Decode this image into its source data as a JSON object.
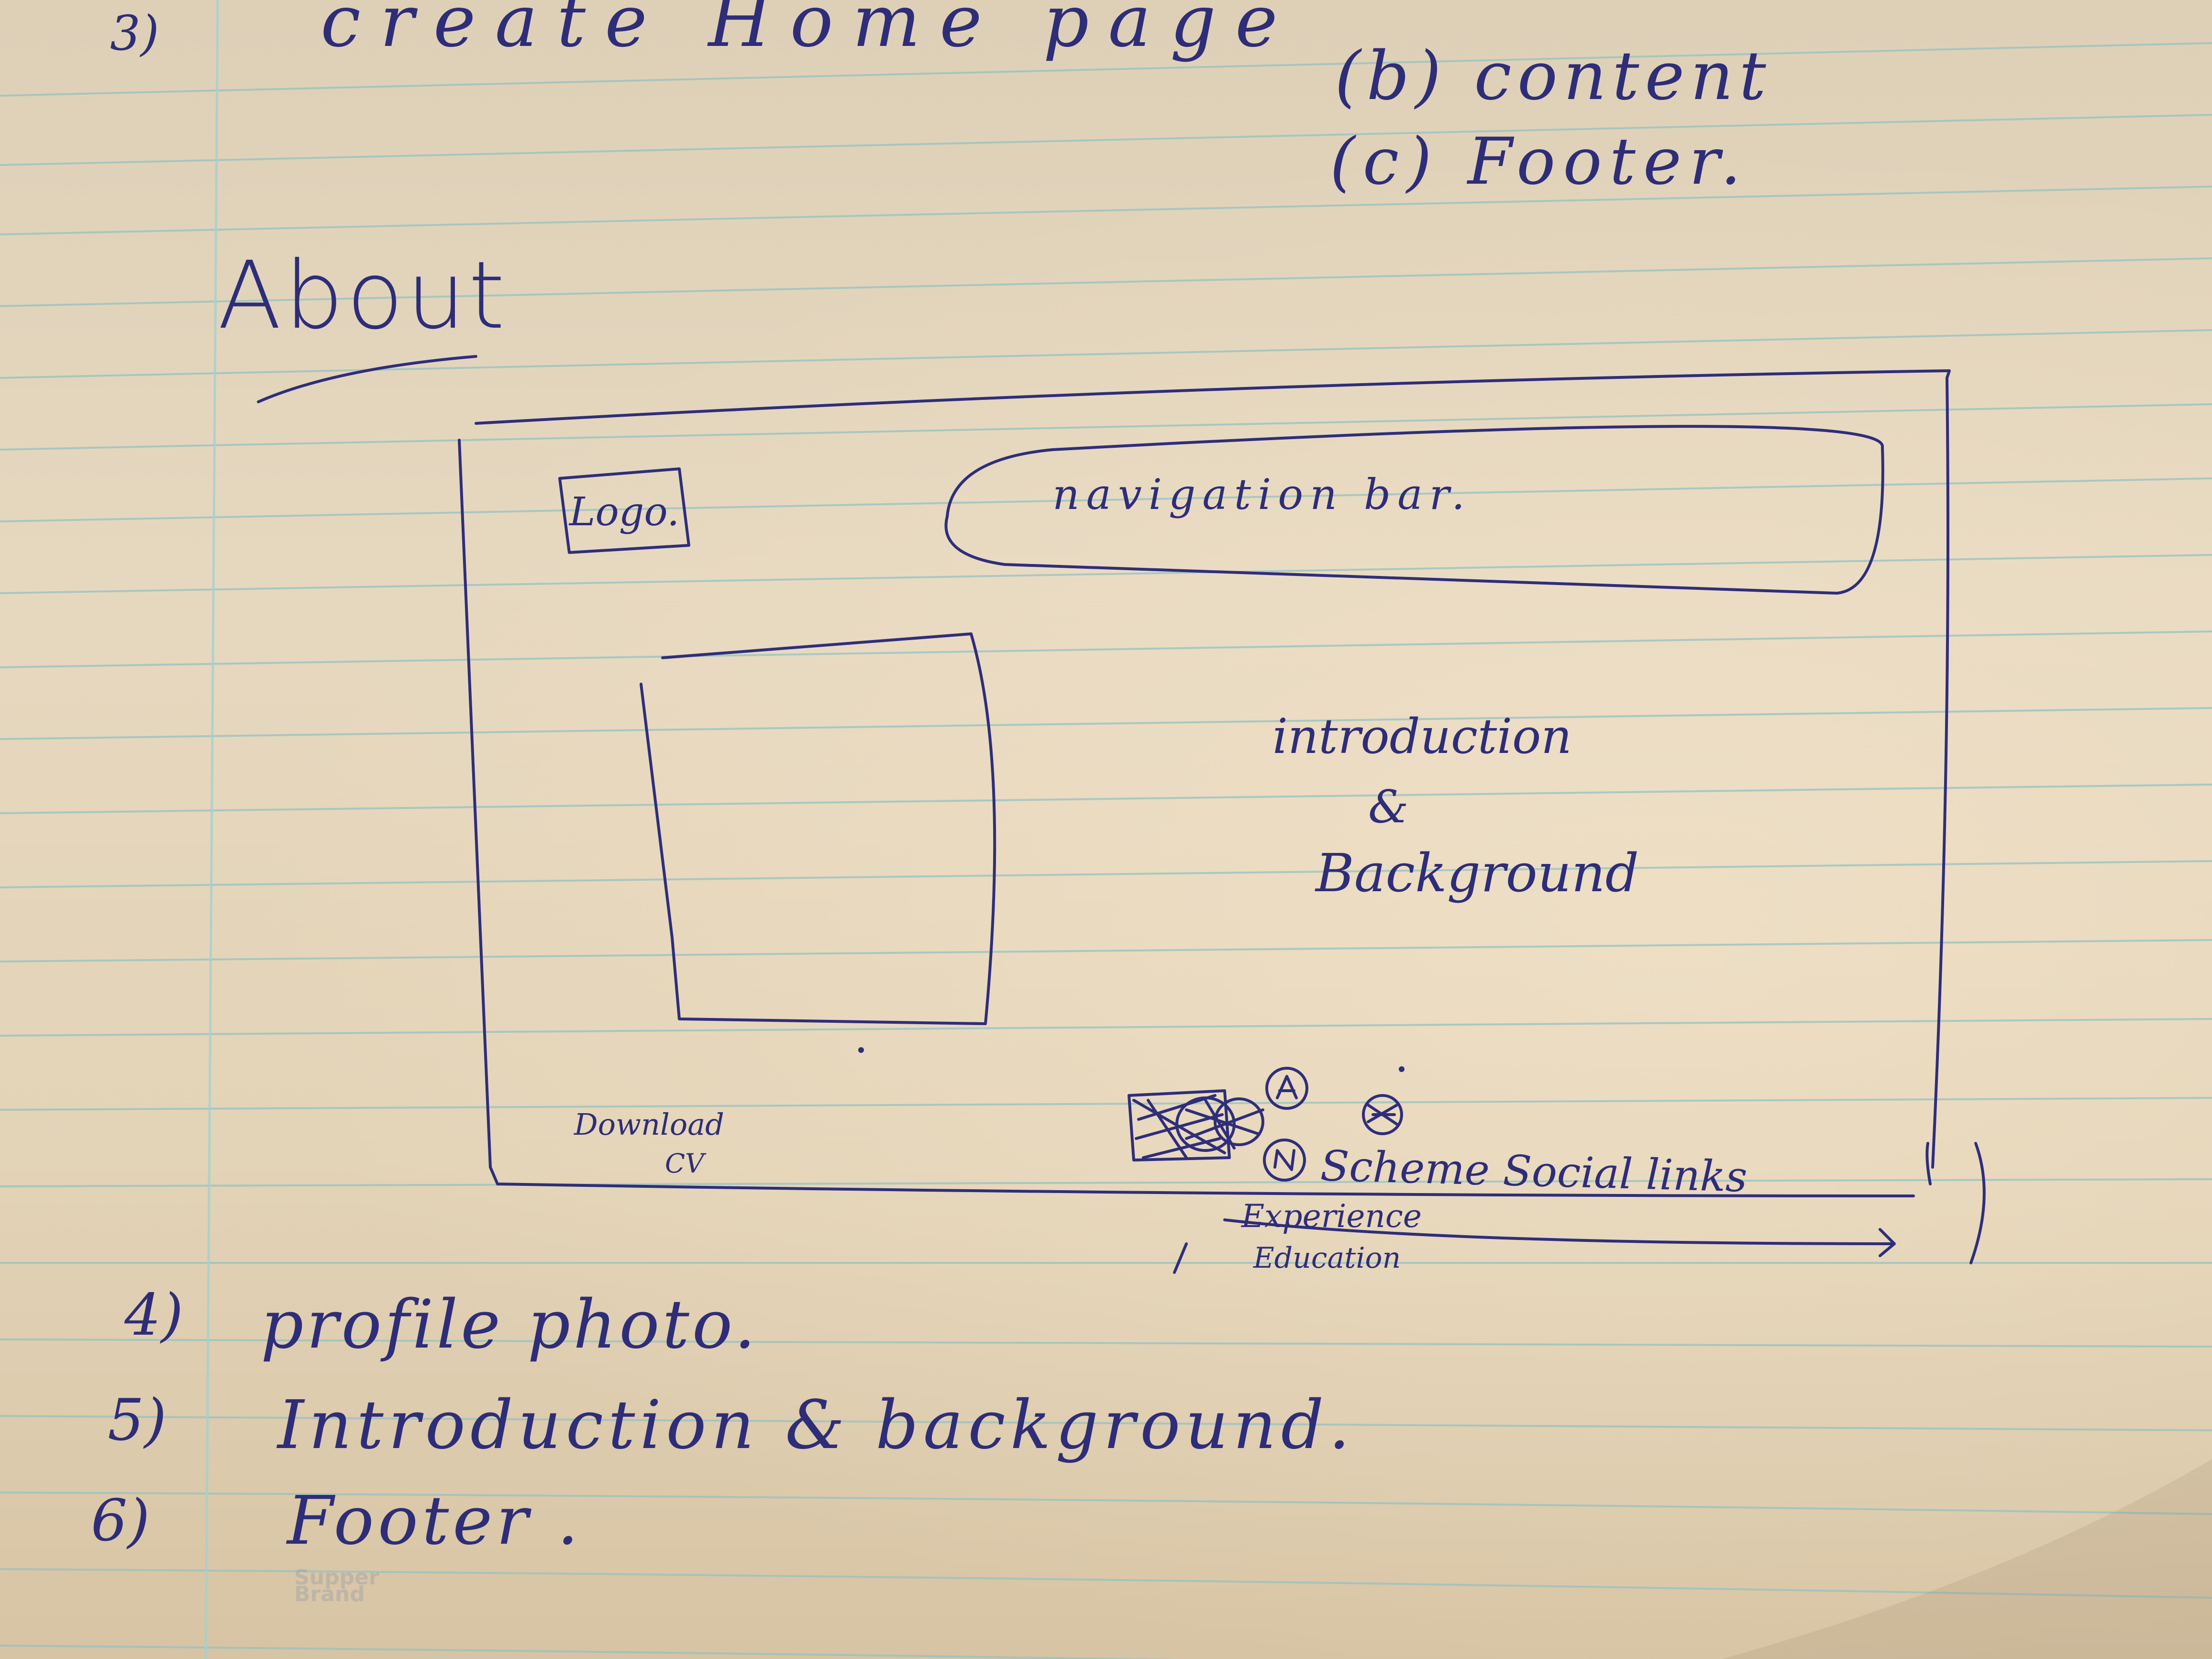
{
  "notes": {
    "item3_number": "3)",
    "item3_text": "create Home page",
    "item_b": "(b) content",
    "item_c": "(c) Footer."
  },
  "about_heading": "About",
  "sketch": {
    "logo": "Logo.",
    "navigation": "navigation bar.",
    "intro_line1": "introduction",
    "intro_line2": "&",
    "intro_line3": "Background",
    "download": "Download",
    "download_cv": "CV",
    "social": "Scheme Social links",
    "experience": "Experience",
    "education": "Education"
  },
  "list": [
    {
      "number": "4)",
      "text": "profile photo."
    },
    {
      "number": "5)",
      "text": "Introduction & background."
    },
    {
      "number": "6)",
      "text": "Footer ."
    }
  ],
  "watermark": {
    "line1": "Supper",
    "line2": "Brand"
  },
  "colors": {
    "ink": "#2f2e7a",
    "paper": "#e3d3b7",
    "rule_line": "#8fc3c4",
    "margin_line": "#9fcfcf"
  }
}
